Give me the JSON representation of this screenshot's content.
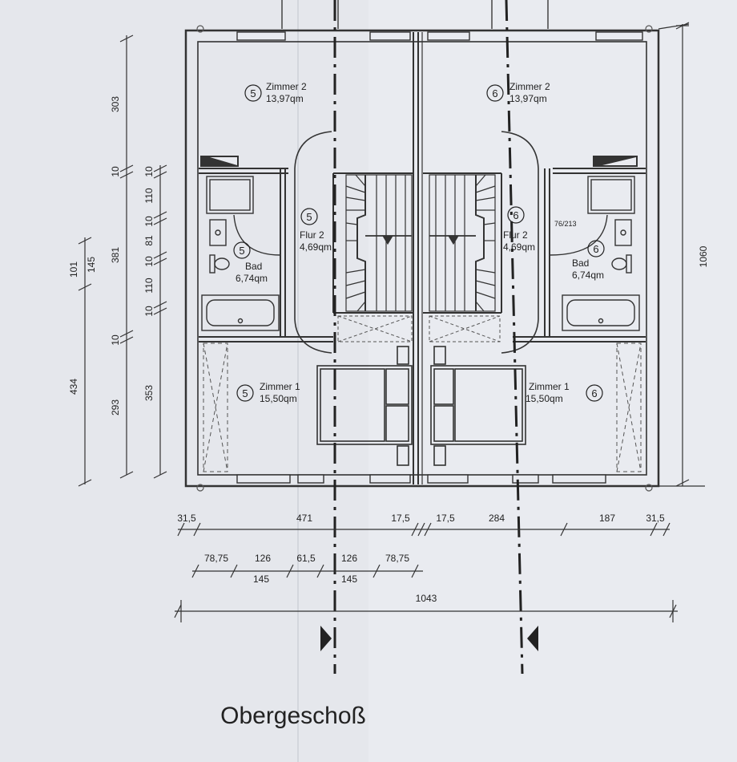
{
  "title": "Obergeschoß",
  "rooms": {
    "left": {
      "zimmer2": {
        "num": "5",
        "name": "Zimmer 2",
        "area": "13,97qm"
      },
      "flur2": {
        "num": "5",
        "name": "Flur 2",
        "area": "4,69qm"
      },
      "bad": {
        "num": "5",
        "name": "Bad",
        "area": "6,74qm"
      },
      "zimmer1": {
        "num": "5",
        "name": "Zimmer 1",
        "area": "15,50qm"
      }
    },
    "right": {
      "zimmer2": {
        "num": "6",
        "name": "Zimmer 2",
        "area": "13,97qm"
      },
      "flur2": {
        "num": "6",
        "name": "Flur 2",
        "area": "4,69qm"
      },
      "bad": {
        "num": "6",
        "name": "Bad",
        "area": "6,74qm",
        "door": "76/213"
      },
      "zimmer1": {
        "num": "6",
        "name": "Zimmer 1",
        "area": "15,50qm"
      }
    }
  },
  "dims": {
    "left_outer": [
      "303",
      "381",
      "353"
    ],
    "left_inner": [
      "10",
      "110",
      "10",
      "81",
      "10",
      "110",
      "10"
    ],
    "left_mid": [
      "10",
      "10",
      "293"
    ],
    "left_far": [
      "101",
      "145",
      "434"
    ],
    "right_total": "1060",
    "row1": [
      "31,5",
      "471",
      "17,5",
      "17,5",
      "284",
      "187",
      "31,5"
    ],
    "row2_top": [
      "78,75",
      "126",
      "61,5",
      "126",
      "78,75"
    ],
    "row2_bottom": [
      "145",
      "145"
    ],
    "total": "1043"
  }
}
